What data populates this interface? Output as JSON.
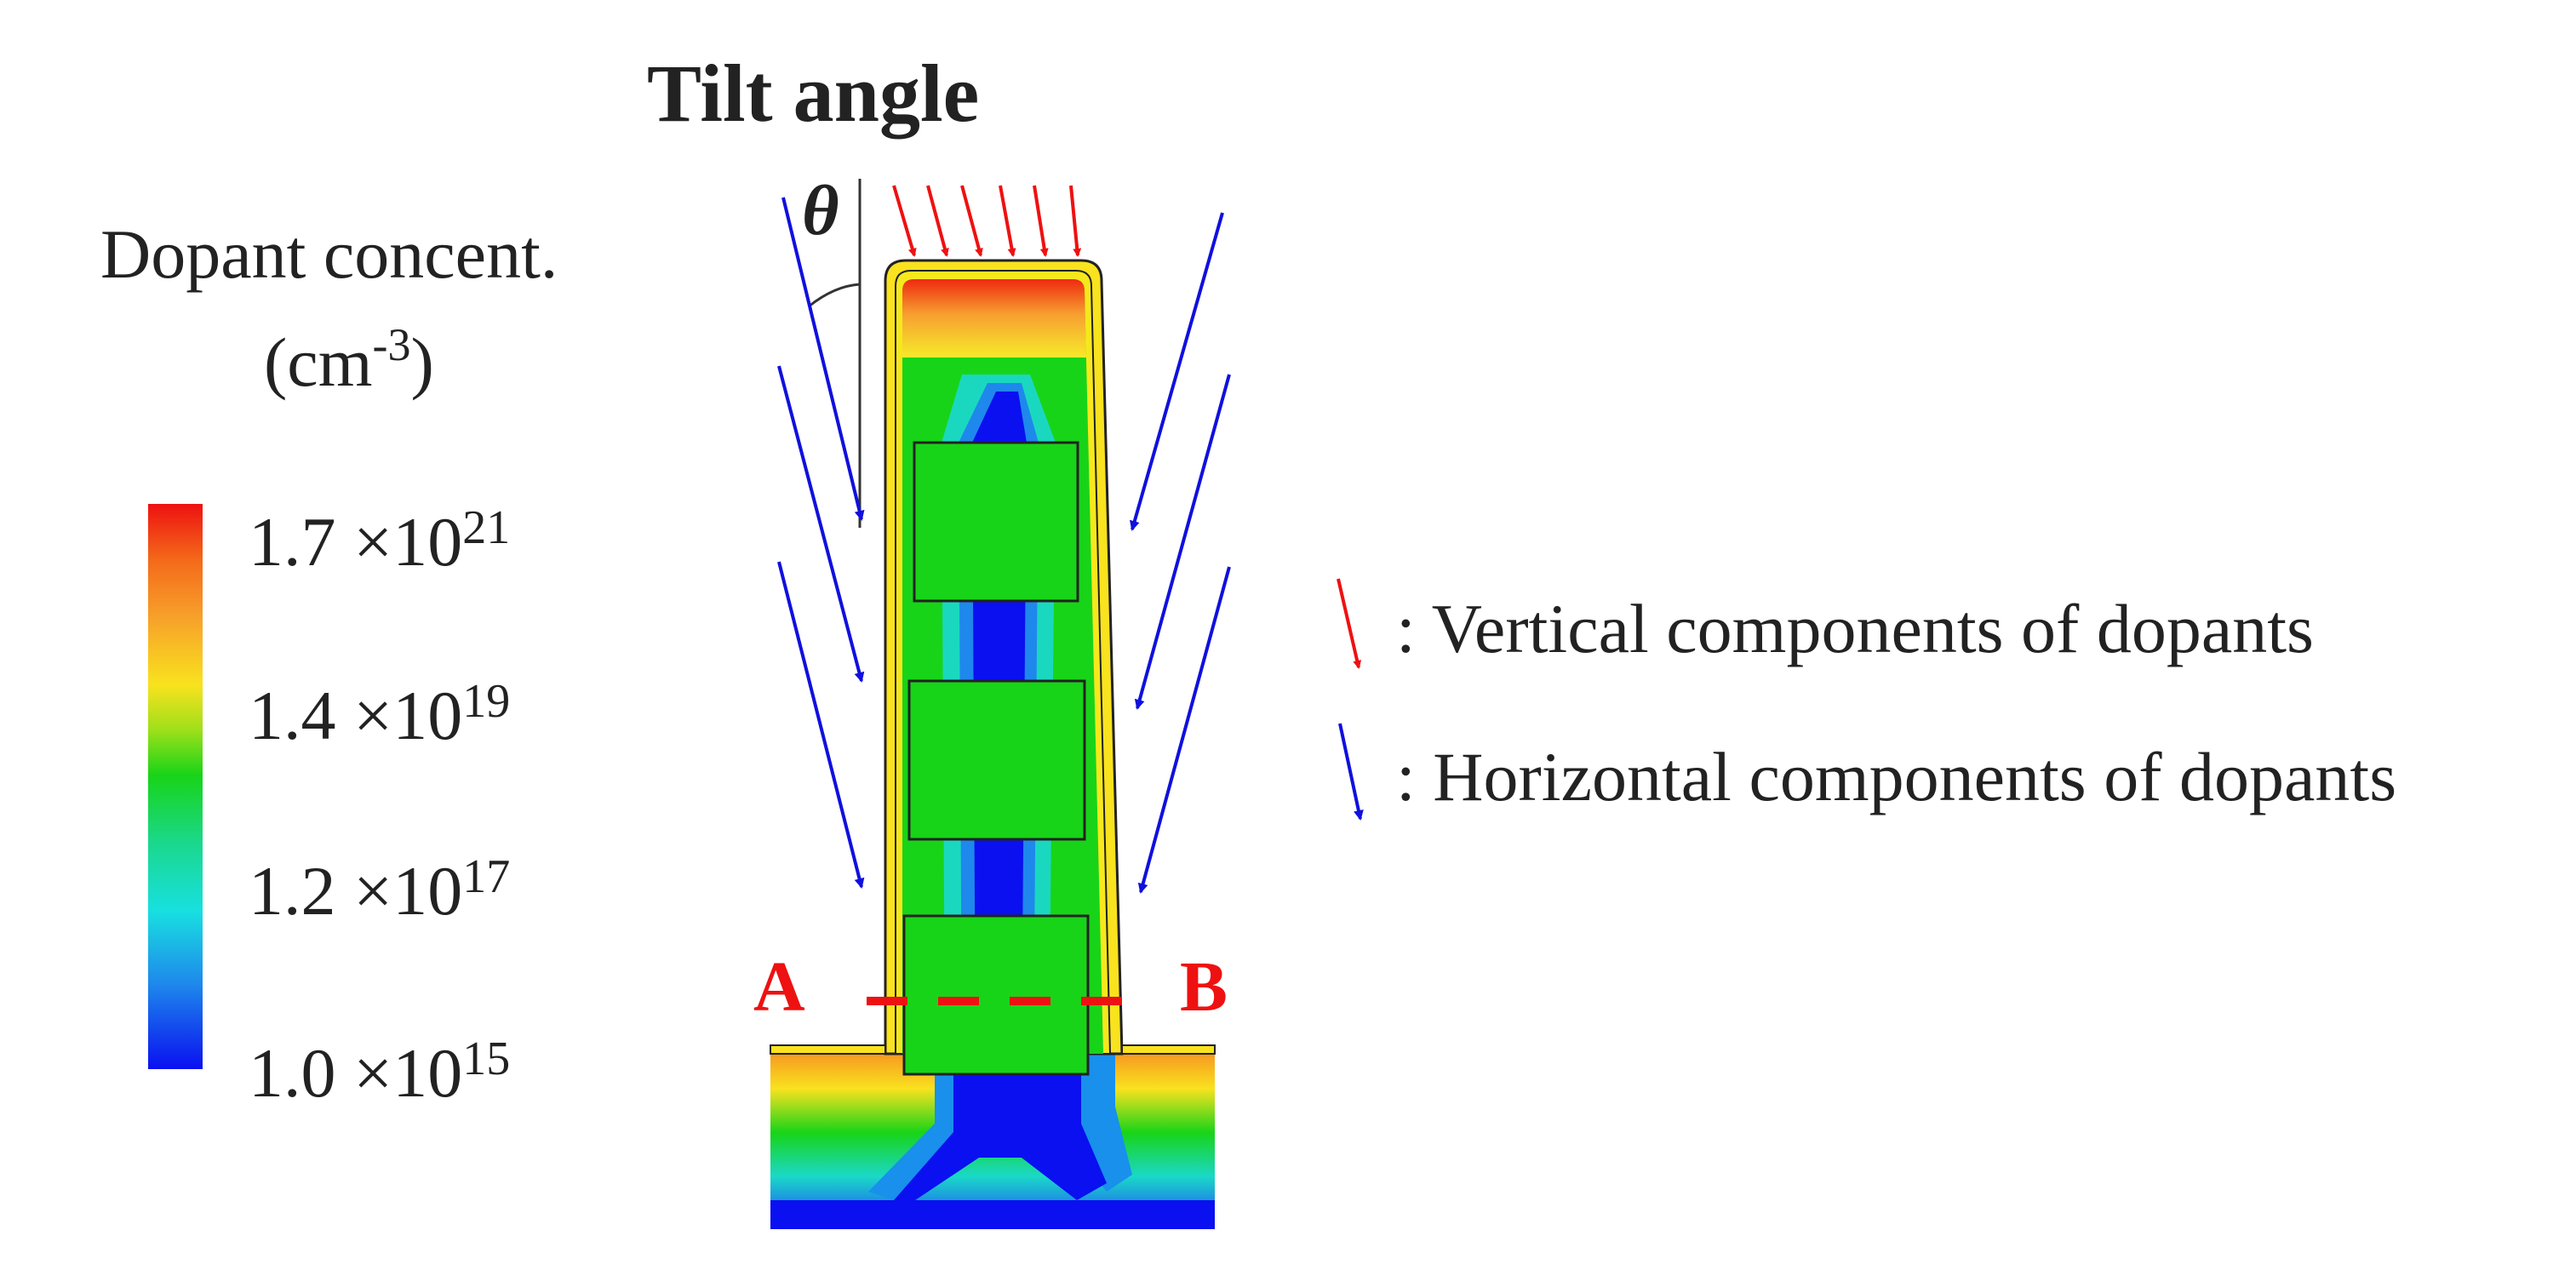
{
  "title": "Tilt angle",
  "colorbar": {
    "title_line1": "Dopant concent.",
    "title_line2": "(cm",
    "title_exp": "-3",
    "title_close": ")",
    "ticks": [
      {
        "mantissa": "1.7 ×10",
        "exponent": "21"
      },
      {
        "mantissa": "1.4 ×10",
        "exponent": "19"
      },
      {
        "mantissa": "1.2 ×10",
        "exponent": "17"
      },
      {
        "mantissa": "1.0 ×10",
        "exponent": "15"
      }
    ],
    "stops": [
      "#ee1111",
      "#f46a1a",
      "#f7a02a",
      "#f9e21e",
      "#9ee01a",
      "#18d418",
      "#1ad88c",
      "#18e0e0",
      "#1e88ec",
      "#0a10f0"
    ]
  },
  "angle_label": "θ",
  "cut_line": {
    "start_label": "A",
    "end_label": "B",
    "color": "#ee1111"
  },
  "legend": {
    "vertical": {
      "label": ": Vertical components of dopants",
      "color": "#ee1111"
    },
    "horizontal": {
      "label": ": Horizontal components of dopants",
      "color": "#1010dd"
    }
  }
}
